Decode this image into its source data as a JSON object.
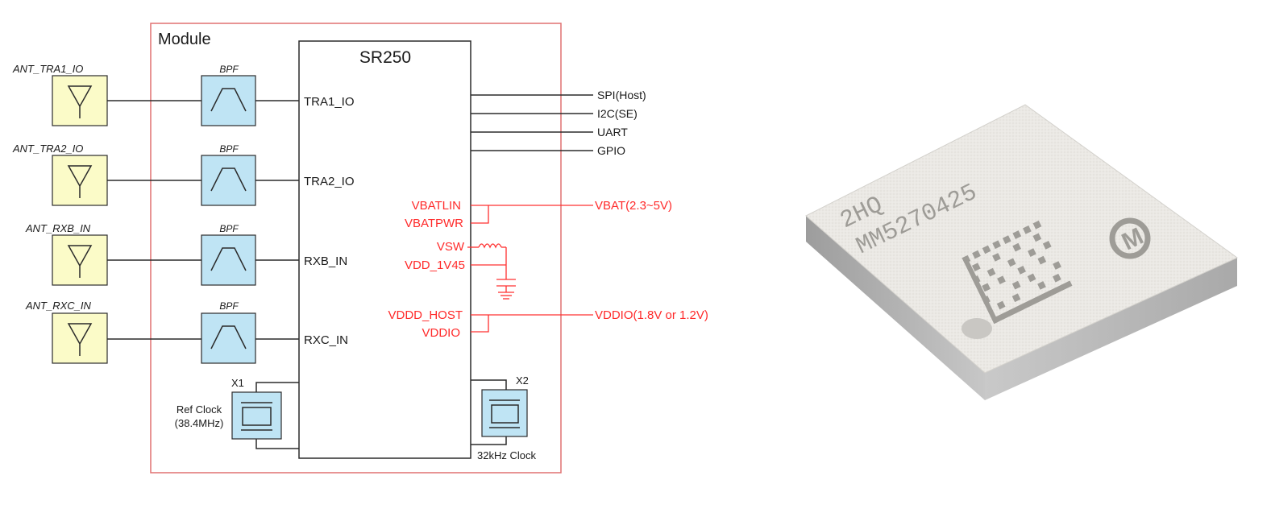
{
  "module": {
    "title": "Module"
  },
  "chip": {
    "title": "SR250"
  },
  "antennas": [
    {
      "label": "ANT_TRA1_IO",
      "filter": "BPF",
      "pin": "TRA1_IO"
    },
    {
      "label": "ANT_TRA2_IO",
      "filter": "BPF",
      "pin": "TRA2_IO"
    },
    {
      "label": "ANT_RXB_IN",
      "filter": "BPF",
      "pin": "RXB_IN"
    },
    {
      "label": "ANT_RXC_IN",
      "filter": "BPF",
      "pin": "RXC_IN"
    }
  ],
  "interfaces": [
    "SPI(Host)",
    "I2C(SE)",
    "UART",
    "GPIO"
  ],
  "power": {
    "vbatlin": "VBATLIN",
    "vbatpwr": "VBATPWR",
    "vbat": "VBAT(2.3~5V)",
    "vsw": "VSW",
    "vdd_1v45": "VDD_1V45",
    "vddd_host": "VDDD_HOST",
    "vddio_pin": "VDDIO",
    "vddio": "VDDIO(1.8V or 1.2V)"
  },
  "clocks": {
    "x1": "X1",
    "ref_clock_line1": "Ref Clock",
    "ref_clock_line2": "(38.4MHz)",
    "x2": "X2",
    "clock_32k": "32kHz Clock"
  },
  "package": {
    "marking_line1": "2HQ",
    "marking_line2": "MM5270425",
    "logo_letter": "M"
  },
  "colors": {
    "module_border": "#e07070",
    "antenna_fill": "#fbfbc8",
    "filter_fill": "#bfe4f4",
    "power_red": "#ff2a2a",
    "package_top": "#e9e7e3",
    "package_side": "#b9b9b9"
  }
}
